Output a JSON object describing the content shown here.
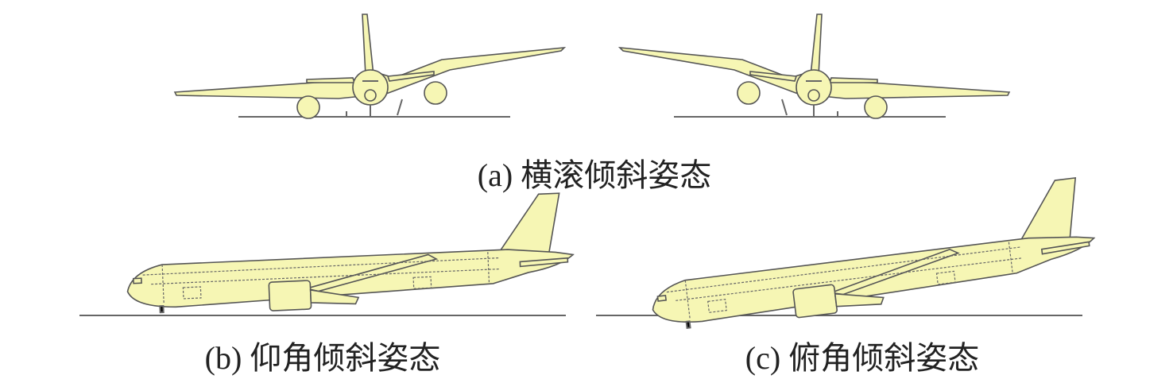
{
  "captions": {
    "a": "(a) 横滚倾斜姿态",
    "b": "(b) 仰角倾斜姿态",
    "c": "(c) 俯角倾斜姿态"
  },
  "colors": {
    "aircraft_fill": "#f6f6b4",
    "outline": "#555555"
  }
}
